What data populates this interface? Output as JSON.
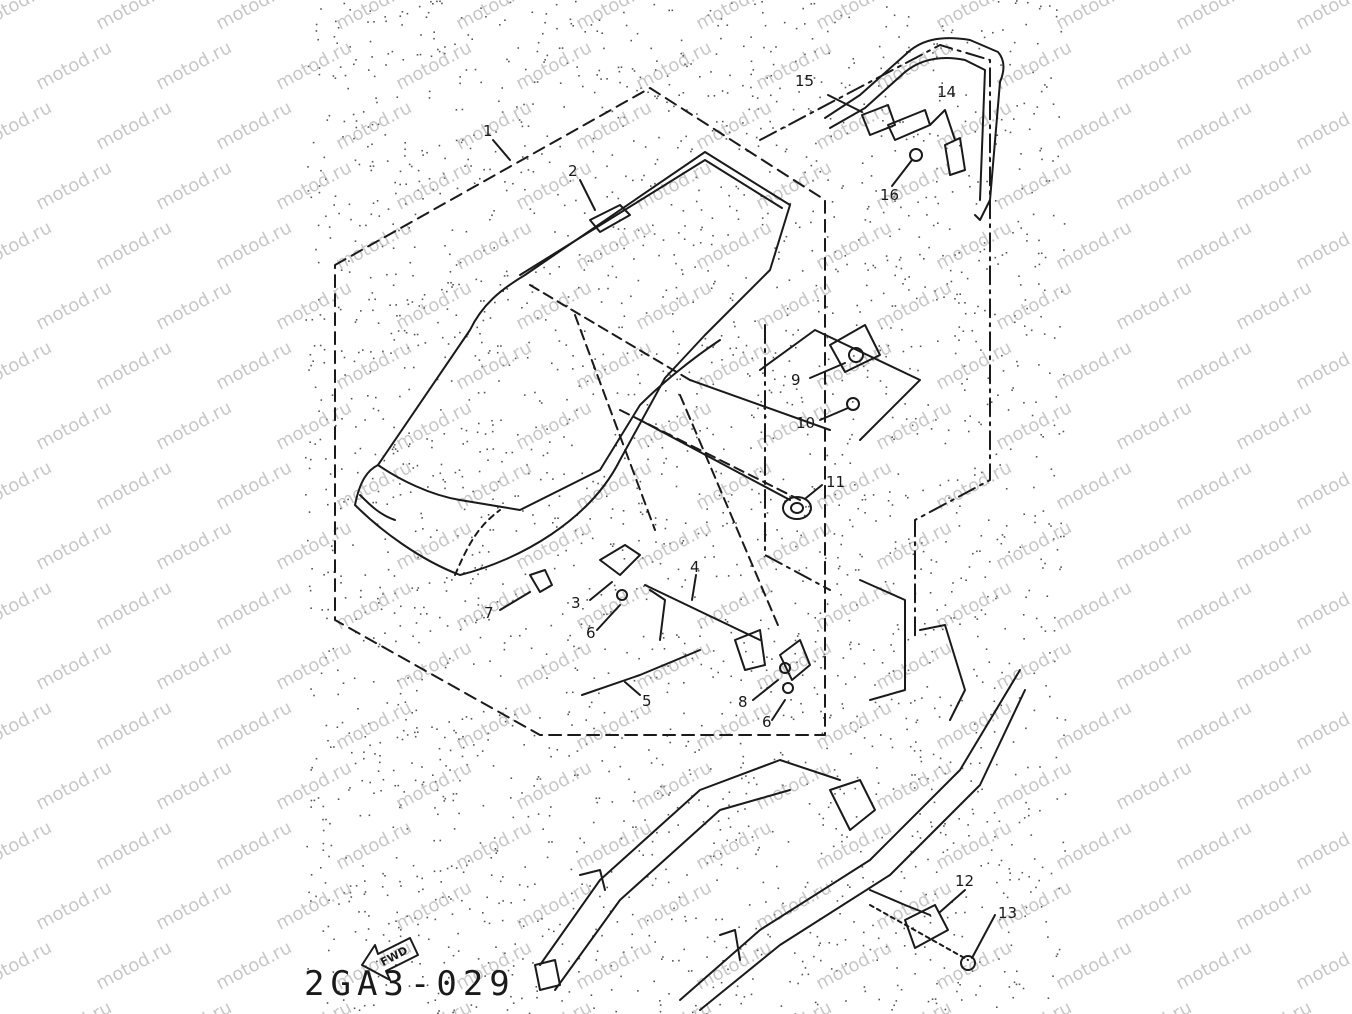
{
  "watermark": "motod.ru",
  "diagram_code": "2GA3-029",
  "fwd_marker": "FWD",
  "callouts": [
    {
      "id": "c1",
      "text": "1"
    },
    {
      "id": "c2",
      "text": "2"
    },
    {
      "id": "c3",
      "text": "3"
    },
    {
      "id": "c4",
      "text": "4"
    },
    {
      "id": "c5",
      "text": "5"
    },
    {
      "id": "c6a",
      "text": "6"
    },
    {
      "id": "c6b",
      "text": "6"
    },
    {
      "id": "c7",
      "text": "7"
    },
    {
      "id": "c8",
      "text": "8"
    },
    {
      "id": "c9",
      "text": "9"
    },
    {
      "id": "c10",
      "text": "10"
    },
    {
      "id": "c11",
      "text": "11"
    },
    {
      "id": "c12",
      "text": "12"
    },
    {
      "id": "c13",
      "text": "13"
    },
    {
      "id": "c14",
      "text": "14"
    },
    {
      "id": "c15",
      "text": "15"
    },
    {
      "id": "c16",
      "text": "16"
    }
  ],
  "colors": {
    "line": "#1a1a1a",
    "paper": "#ffffff",
    "speckle": "#555555",
    "watermark": "#9a9a9a"
  }
}
